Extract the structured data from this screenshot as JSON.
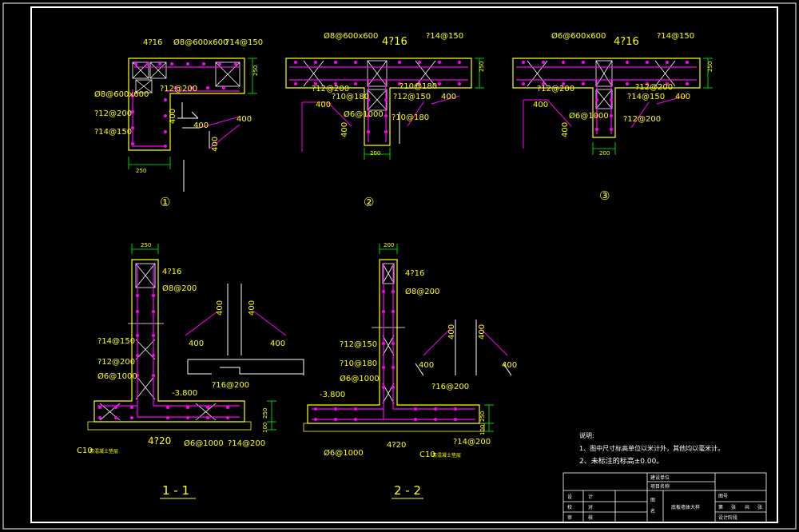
{
  "colors": {
    "background": "#000000",
    "frame": "#ffffff",
    "concrete": "#ffff00",
    "rebar": "#ff00ff",
    "stirrup": "#ffffff",
    "dimension": "#00ff00",
    "waterstop": "#ffffff"
  },
  "detail1": {
    "title": "①",
    "rebar_top": "4?16",
    "stirrup_top": "Ø8@600x600",
    "rebar_right": "?14@150",
    "stirrup_left": "Ø8@600x600",
    "bar_a": "?12@200",
    "bar_b": "?12@200",
    "bar_c": "?14@150",
    "dim_thick": "250",
    "dim_bottom": "250",
    "ws_1": "400",
    "ws_2": "400",
    "ws_3": "400",
    "ws_4": "400"
  },
  "detail2": {
    "title": "②",
    "stirrup_top": "Ø8@600x600",
    "rebar_top": "4?16",
    "rebar_right": "?14@150",
    "bar_a": "?12@200",
    "bar_b": "?10@180",
    "bar_c": "?10@180",
    "bar_d": "?12@150",
    "bar_e": "Ø6@1000",
    "bar_f": "?10@180",
    "dim_thick": "250",
    "dim_bottom": "200",
    "ws_1": "400",
    "ws_2": "400",
    "ws_3": "400"
  },
  "detail3": {
    "title": "③",
    "stirrup_top": "Ø6@600x600",
    "rebar_top": "4?16",
    "rebar_right": "?14@150",
    "bar_a": "?12@200",
    "bar_b": "?12@200",
    "bar_c": "?14@150",
    "bar_d": "Ø6@1000",
    "bar_e": "?12@200",
    "dim_thick": "250",
    "dim_bottom": "200",
    "ws_1": "400",
    "ws_2": "400",
    "ws_3": "400"
  },
  "section1": {
    "title": "1 - 1",
    "dim_top": "250",
    "rebar_top": "4?16",
    "stirrup": "Ø8@200",
    "bar_a": "?14@150",
    "bar_b": "?12@200",
    "bar_c": "Ø6@1000",
    "level": "-3.800",
    "bar_d": "?16@200",
    "dim_slab": "250",
    "dim_base": "100",
    "rebar_bottom": "4?20",
    "bar_e": "Ø6@1000",
    "bar_f": "?14@200",
    "cushion": "C10",
    "cushion_note": "素混凝土垫层",
    "ws_1": "400",
    "ws_2": "400",
    "ws_3": "400",
    "ws_4": "400"
  },
  "section2": {
    "title": "2 - 2",
    "dim_top": "200",
    "rebar_top": "4?16",
    "stirrup": "Ø8@200",
    "bar_a": "?12@150",
    "bar_b": "?10@180",
    "bar_c": "Ø6@1000",
    "level": "-3.800",
    "bar_d": "?16@200",
    "dim_slab": "250",
    "dim_base": "100",
    "rebar_bottom": "4?20",
    "bar_e": "Ø6@1000",
    "bar_f": "?14@200",
    "cushion": "C10",
    "cushion_note": "素混凝土垫层",
    "ws_1": "400",
    "ws_2": "400",
    "ws_3": "400",
    "ws_4": "400"
  },
  "notes": {
    "heading": "说明:",
    "line1": "1、图中尺寸标高单位以米计外，其他均以毫米计。",
    "line2": "2、未标注的标高±0.00。"
  },
  "title_block": {
    "project_1": "建设单位",
    "project_2": "项目名称",
    "drawing_name": "底板墙体大样",
    "drawing_no": "图号",
    "row_label_1": "设",
    "row_label_2": "校",
    "row_label_3": "审",
    "row_label_4": "计",
    "row_label_5": "对",
    "row_label_6": "核",
    "col_label_1": "图",
    "col_label_2": "名",
    "sheet_1": "第",
    "sheet_2": "张",
    "sheet_3": "共",
    "sheet_4": "张",
    "date_label": "设计阶段"
  }
}
